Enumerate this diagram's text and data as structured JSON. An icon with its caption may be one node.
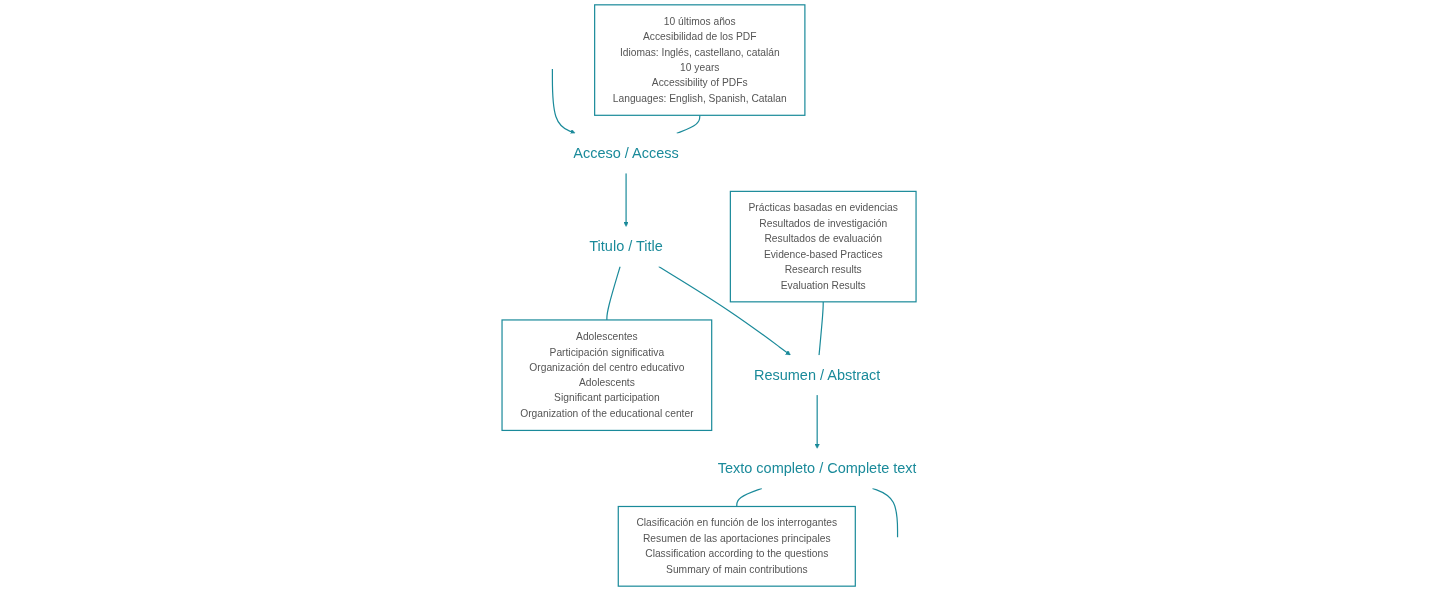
{
  "diagram": {
    "nodes": [
      {
        "text": [
          "10 últimos años",
          "Accesibilidad de los PDF",
          "Idiomas: Inglés, castellano, catalán",
          "10 years",
          "Accessibility of PDFs",
          "Languages: English, Spanish, Catalan"
        ]
      },
      {
        "text": [
          "Acceso / Access"
        ]
      },
      {
        "text": [
          "Titulo / Title"
        ]
      },
      {
        "text": [
          "Adolescentes",
          "Participación significativa",
          "Organización del centro educativo",
          "Adolescents",
          "Significant participation",
          "Organization of the educational center"
        ]
      },
      {
        "text": [
          "Prácticas basadas en evidencias",
          "Resultados de investigación",
          "Resultados de evaluación",
          "Evidence-based Practices",
          "Research results",
          "Evaluation Results"
        ]
      },
      {
        "text": [
          "Resumen / Abstract"
        ]
      },
      {
        "text": [
          "Texto completo / Complete text"
        ]
      },
      {
        "text": [
          "Clasificación en función de los interrogantes",
          "Resumen de las aportaciones principales",
          "Classification according to the questions",
          "Summary of main contributions"
        ]
      }
    ],
    "edges": [
      {
        "from": null,
        "to": 1,
        "arrow": "to"
      },
      {
        "from": 0,
        "to": 1,
        "arrow": "none"
      },
      {
        "from": 1,
        "to": 2,
        "arrow": "to"
      },
      {
        "from": 2,
        "to": 3,
        "arrow": "none"
      },
      {
        "from": 2,
        "to": 5,
        "arrow": "to"
      },
      {
        "from": 4,
        "to": 5,
        "arrow": "none"
      },
      {
        "from": 5,
        "to": 6,
        "arrow": "to"
      },
      {
        "from": 6,
        "to": 7,
        "arrow": "none"
      },
      {
        "from": 6,
        "to": null,
        "arrow": "none"
      }
    ]
  }
}
